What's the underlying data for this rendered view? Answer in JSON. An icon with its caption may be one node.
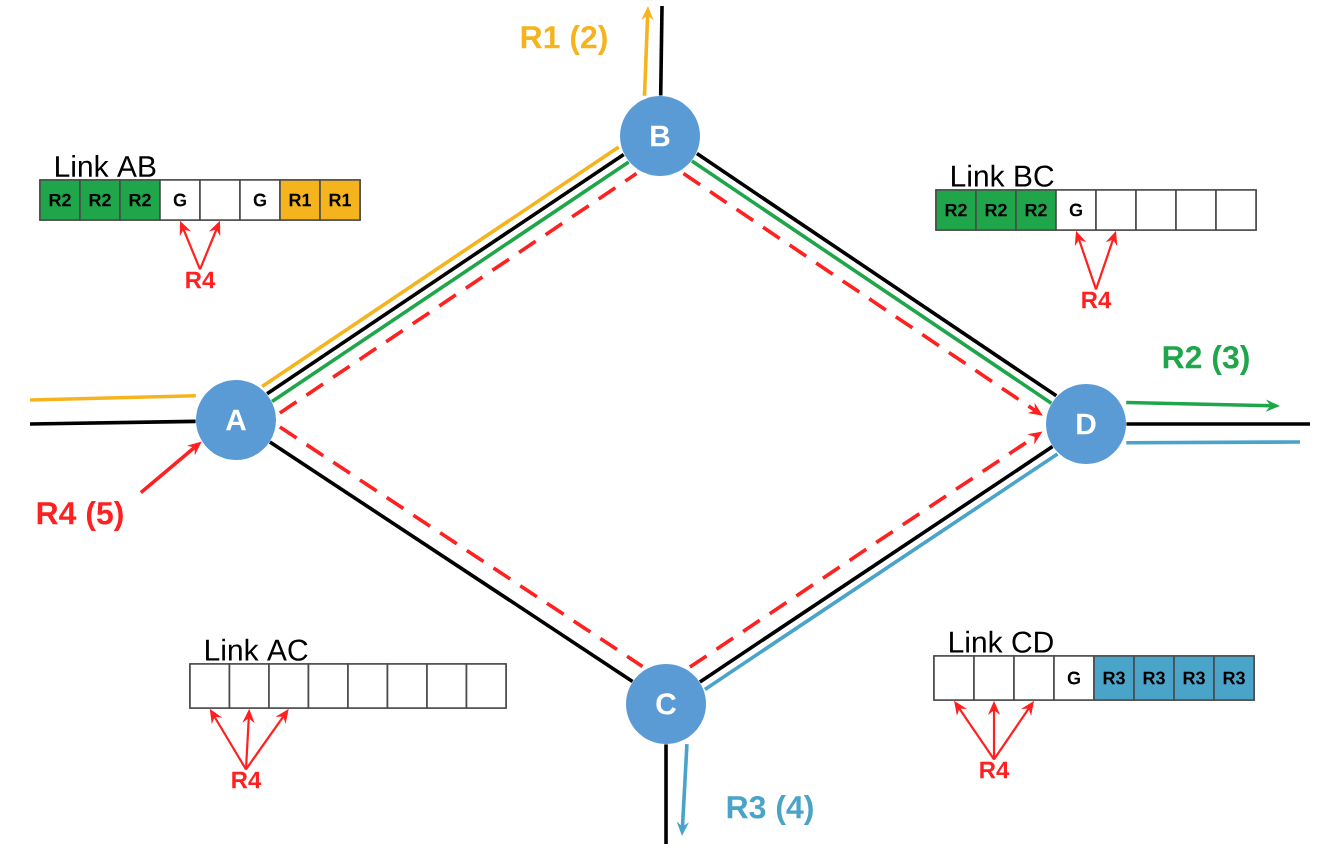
{
  "diagram": {
    "nodes": [
      {
        "text": [
          "Link AB"
        ]
      },
      {
        "text": [
          "R2"
        ],
        "in": 0
      },
      {
        "text": [
          "R2"
        ],
        "in": 0
      },
      {
        "text": [
          "R2"
        ],
        "in": 0
      },
      {
        "text": [
          "G"
        ],
        "in": 0
      },
      {
        "text": [],
        "shape": "box",
        "in": 0
      },
      {
        "text": [
          "G"
        ],
        "in": 0
      },
      {
        "text": [
          "R1"
        ],
        "in": 0
      },
      {
        "text": [
          "R1"
        ],
        "in": 0
      },
      {
        "text": [
          "Link BC"
        ]
      },
      {
        "text": [
          "R2"
        ],
        "in": 9
      },
      {
        "text": [
          "R2"
        ],
        "in": 9
      },
      {
        "text": [
          "R2"
        ],
        "in": 9
      },
      {
        "text": [
          "G"
        ],
        "in": 9
      },
      {
        "text": [],
        "shape": "box",
        "in": 9
      },
      {
        "text": [],
        "shape": "box",
        "in": 9
      },
      {
        "text": [],
        "shape": "box",
        "in": 9
      },
      {
        "text": [],
        "shape": "box",
        "in": 9
      },
      {
        "text": [
          "Link AC"
        ]
      },
      {
        "text": [],
        "shape": "box",
        "in": 18
      },
      {
        "text": [],
        "shape": "box",
        "in": 18
      },
      {
        "text": [],
        "shape": "box",
        "in": 18
      },
      {
        "text": [],
        "shape": "box",
        "in": 18
      },
      {
        "text": [],
        "shape": "box",
        "in": 18
      },
      {
        "text": [],
        "shape": "box",
        "in": 18
      },
      {
        "text": [],
        "shape": "box",
        "in": 18
      },
      {
        "text": [],
        "shape": "box",
        "in": 18
      },
      {
        "text": [
          "Link CD"
        ]
      },
      {
        "text": [],
        "shape": "box",
        "in": 27
      },
      {
        "text": [],
        "shape": "box",
        "in": 27
      },
      {
        "text": [],
        "shape": "box",
        "in": 27
      },
      {
        "text": [
          "G"
        ],
        "in": 27
      },
      {
        "text": [
          "R3"
        ],
        "in": 27
      },
      {
        "text": [
          "R3"
        ],
        "in": 27
      },
      {
        "text": [
          "R3"
        ],
        "in": 27
      },
      {
        "text": [
          "R3"
        ],
        "in": 27
      },
      {
        "text": [
          "R4"
        ]
      },
      {
        "text": [
          "R4"
        ]
      },
      {
        "text": [
          "R4"
        ]
      },
      {
        "text": [
          "R4"
        ]
      },
      {
        "text": [
          "A"
        ]
      },
      {
        "text": [
          "B"
        ]
      },
      {
        "text": [
          "C"
        ]
      },
      {
        "text": [
          "D"
        ]
      },
      {
        "text": [
          "R4 (5)"
        ]
      }
    ],
    "edges": [
      {
        "from": 40,
        "to": 41,
        "arrow": "none",
        "color": "#000000"
      },
      {
        "from": 41,
        "to": 43,
        "arrow": "none",
        "color": "#000000"
      },
      {
        "from": 40,
        "to": 42,
        "arrow": "none",
        "color": "#000000"
      },
      {
        "from": 42,
        "to": 43,
        "arrow": "none",
        "color": "#000000"
      },
      {
        "from": null,
        "to": 40,
        "arrow": "none",
        "color": "#000000"
      },
      {
        "from": 41,
        "to": null,
        "arrow": "none",
        "color": "#000000"
      },
      {
        "from": 42,
        "to": null,
        "arrow": "none",
        "color": "#000000"
      },
      {
        "from": 43,
        "to": null,
        "arrow": "none",
        "color": "#000000"
      },
      {
        "from": null,
        "to": 40,
        "arrow": "none",
        "color": "#f5b41e"
      },
      {
        "from": 40,
        "to": 41,
        "arrow": "none",
        "color": "#f5b41e"
      },
      {
        "from": 41,
        "to": null,
        "arrow": "to",
        "color": "#f5b41e"
      },
      {
        "from": 40,
        "to": 41,
        "arrow": "none",
        "color": "#1fa64a"
      },
      {
        "from": 41,
        "to": 43,
        "arrow": "none",
        "color": "#1fa64a"
      },
      {
        "from": 43,
        "to": null,
        "arrow": "to",
        "color": "#1fa64a"
      },
      {
        "from": null,
        "to": 43,
        "arrow": "none",
        "color": "#4aa3c8"
      },
      {
        "from": 43,
        "to": 42,
        "arrow": "none",
        "color": "#4aa3c8"
      },
      {
        "from": 42,
        "to": null,
        "arrow": "to",
        "color": "#4aa3c8"
      },
      {
        "from": 40,
        "to": 41,
        "arrow": "none",
        "style": "dashed",
        "color": "#ff2020"
      },
      {
        "from": 41,
        "to": 43,
        "arrow": "to",
        "style": "dashed",
        "color": "#ff2020"
      },
      {
        "from": 40,
        "to": 42,
        "arrow": "none",
        "style": "dashed",
        "color": "#ff2020"
      },
      {
        "from": 42,
        "to": 43,
        "arrow": "to",
        "style": "dashed",
        "color": "#ff2020"
      },
      {
        "from": 44,
        "to": 40,
        "arrow": "to",
        "color": "#ff2020"
      },
      {
        "from": 36,
        "to": 4,
        "arrow": "to",
        "color": "#ff2020"
      },
      {
        "from": 36,
        "to": 5,
        "arrow": "to",
        "color": "#ff2020"
      },
      {
        "from": 37,
        "to": 13,
        "arrow": "to",
        "color": "#ff2020"
      },
      {
        "from": 37,
        "to": 14,
        "arrow": "to",
        "color": "#ff2020"
      },
      {
        "from": 38,
        "to": 19,
        "arrow": "to",
        "color": "#ff2020"
      },
      {
        "from": 38,
        "to": 20,
        "arrow": "to",
        "color": "#ff2020"
      },
      {
        "from": 38,
        "to": 21,
        "arrow": "to",
        "color": "#ff2020"
      },
      {
        "from": 39,
        "to": 28,
        "arrow": "to",
        "color": "#ff2020"
      },
      {
        "from": 39,
        "to": 29,
        "arrow": "to",
        "color": "#ff2020"
      },
      {
        "from": 39,
        "to": 30,
        "arrow": "to",
        "color": "#ff2020"
      }
    ],
    "labels": [
      "R1 (2)",
      "R2 (3)",
      "R3 (4)"
    ]
  }
}
